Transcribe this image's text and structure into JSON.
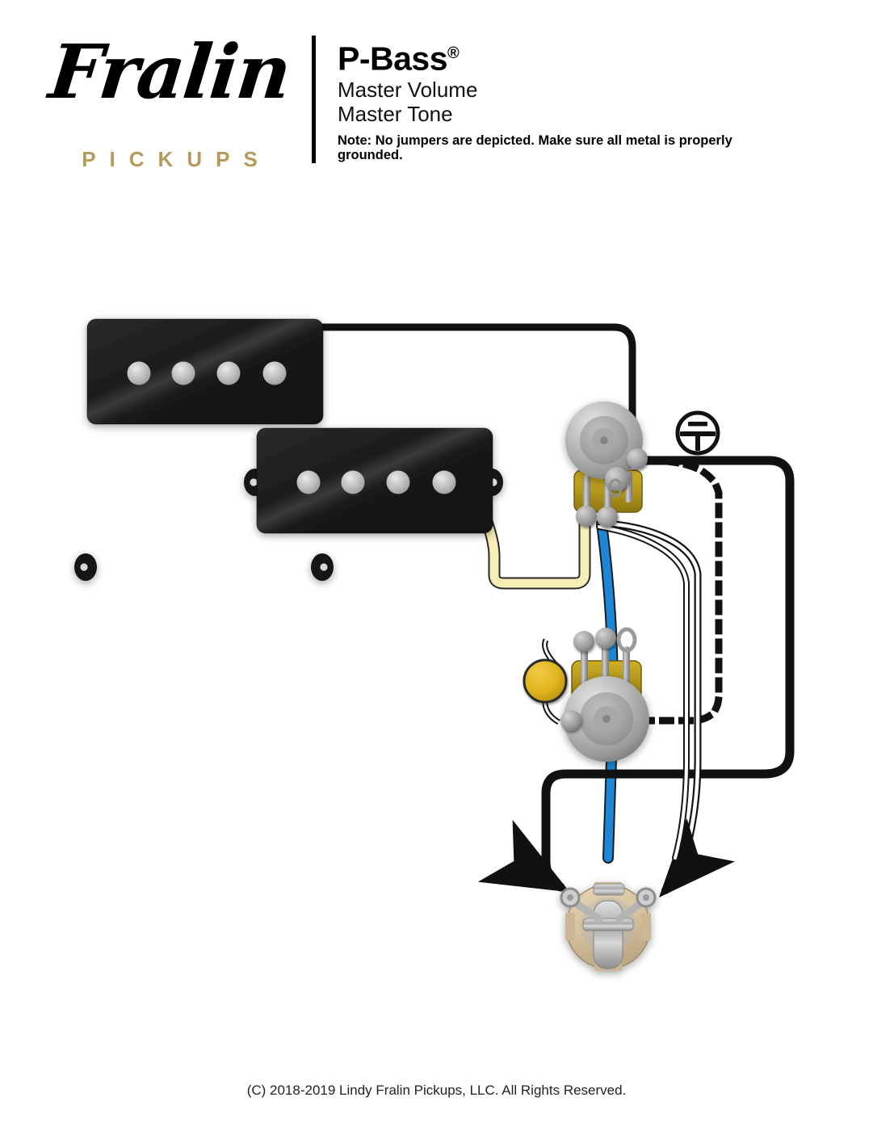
{
  "header": {
    "brand_script": "Fralin",
    "brand_sub": "PICKUPS",
    "title": "P-Bass",
    "title_registered": "®",
    "subtitle_line1": "Master Volume",
    "subtitle_line2": "Master Tone",
    "note": "Note: No jumpers are depicted. Make sure all metal is properly grounded."
  },
  "footer": {
    "copyright": "(C) 2018-2019 Lindy Fralin Pickups, LLC. All Rights Reserved."
  },
  "diagram": {
    "type": "guitar-wiring-diagram",
    "components": [
      {
        "name": "pickup-upper",
        "label": "P-Bass pickup coil (upper)",
        "poles": 4,
        "color": "#1b1b1b"
      },
      {
        "name": "pickup-lower",
        "label": "P-Bass pickup coil (lower)",
        "poles": 4,
        "color": "#1b1b1b"
      },
      {
        "name": "volume-pot",
        "label": "Master Volume potentiometer",
        "lugs": 3,
        "body_color": "#b8b8b8",
        "base_color": "#b29a22"
      },
      {
        "name": "tone-pot",
        "label": "Master Tone potentiometer",
        "lugs": 3,
        "body_color": "#c9c9c9",
        "base_color": "#b29a22"
      },
      {
        "name": "tone-capacitor",
        "label": "Tone capacitor",
        "color": "#e0b41f"
      },
      {
        "name": "output-jack",
        "label": "Output jack",
        "body_color": "#d9c6a4"
      },
      {
        "name": "ground-symbol",
        "label": "Earth ground symbol"
      }
    ],
    "wires": [
      {
        "name": "wire-pickup-upper-hot",
        "color_hex": "#111111",
        "color_label": "black",
        "from": "pickup-upper",
        "to": "volume-pot"
      },
      {
        "name": "wire-pickup-lower-hot",
        "color_hex": "#f5e9a8",
        "color_label": "yellow",
        "from": "pickup-lower",
        "to": "volume-pot-lug"
      },
      {
        "name": "wire-volume-to-tone",
        "color_hex": "#1e86d6",
        "color_label": "blue",
        "from": "volume-pot-lug",
        "to": "tone-pot-lug"
      },
      {
        "name": "wire-volume-to-jack-tip",
        "color_hex": "#ffffff",
        "color_label": "white",
        "from": "volume-pot-lug",
        "to": "output-jack-tip"
      },
      {
        "name": "wire-ground-jumper",
        "color_hex": "#111111",
        "color_label": "black dotted",
        "from": "volume-pot-back",
        "to": "tone-pot-back",
        "style": "dotted"
      },
      {
        "name": "wire-ground-to-jack-sleeve",
        "color_hex": "#111111",
        "color_label": "black",
        "from": "ground",
        "to": "output-jack-sleeve"
      },
      {
        "name": "wire-cap-to-pot-back",
        "color_hex": "#ffffff",
        "color_label": "white",
        "from": "tone-capacitor",
        "to": "tone-pot-back"
      }
    ]
  }
}
